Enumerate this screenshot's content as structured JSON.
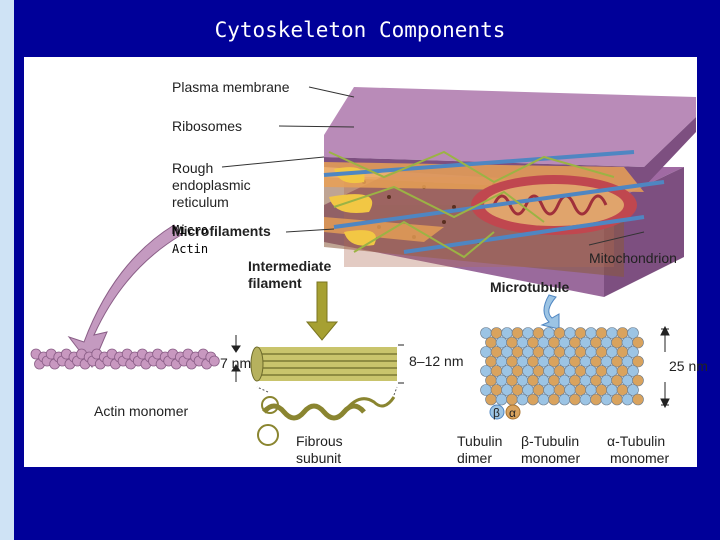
{
  "slide": {
    "title": "Cytoskeleton Components"
  },
  "figure": {
    "labels": {
      "plasma_membrane": "Plasma membrane",
      "ribosomes": "Ribosomes",
      "rough": "Rough",
      "endoplasmic": "endoplasmic",
      "reticulum": "reticulum",
      "microfilaments": "Microfilaments",
      "intermediate": "Intermediate",
      "filament": "filament",
      "mitochondrion": "Mitochondrion",
      "microtubule": "Microtubule",
      "seven_nm": "7 nm",
      "eight_twelve_nm": "8–12 nm",
      "twenty_five_nm": "25 nm",
      "actin_monomer": "Actin monomer",
      "fibrous": "Fibrous",
      "subunit": "subunit",
      "tubulin": "Tubulin",
      "dimer": "dimer",
      "beta_tubulin": "β-Tubulin",
      "alpha_tubulin": "α-Tubulin",
      "monomer_b": "monomer",
      "monomer_a": "monomer",
      "beta_symbol": "β",
      "alpha_symbol": "α"
    },
    "overlay": {
      "micro": "Micro",
      "actin": "Actin"
    },
    "colors": {
      "membrane": "#a979a8",
      "membrane_side": "#7d4f80",
      "actin": "#c898c0",
      "intermediate": "#b6b15e",
      "tubulin_blue": "#9cc4e4",
      "tubulin_orange": "#d9a35e",
      "mitochondrion": "#c0474f",
      "er_yellow": "#f2c744",
      "arrow": "#c49ac0"
    }
  }
}
